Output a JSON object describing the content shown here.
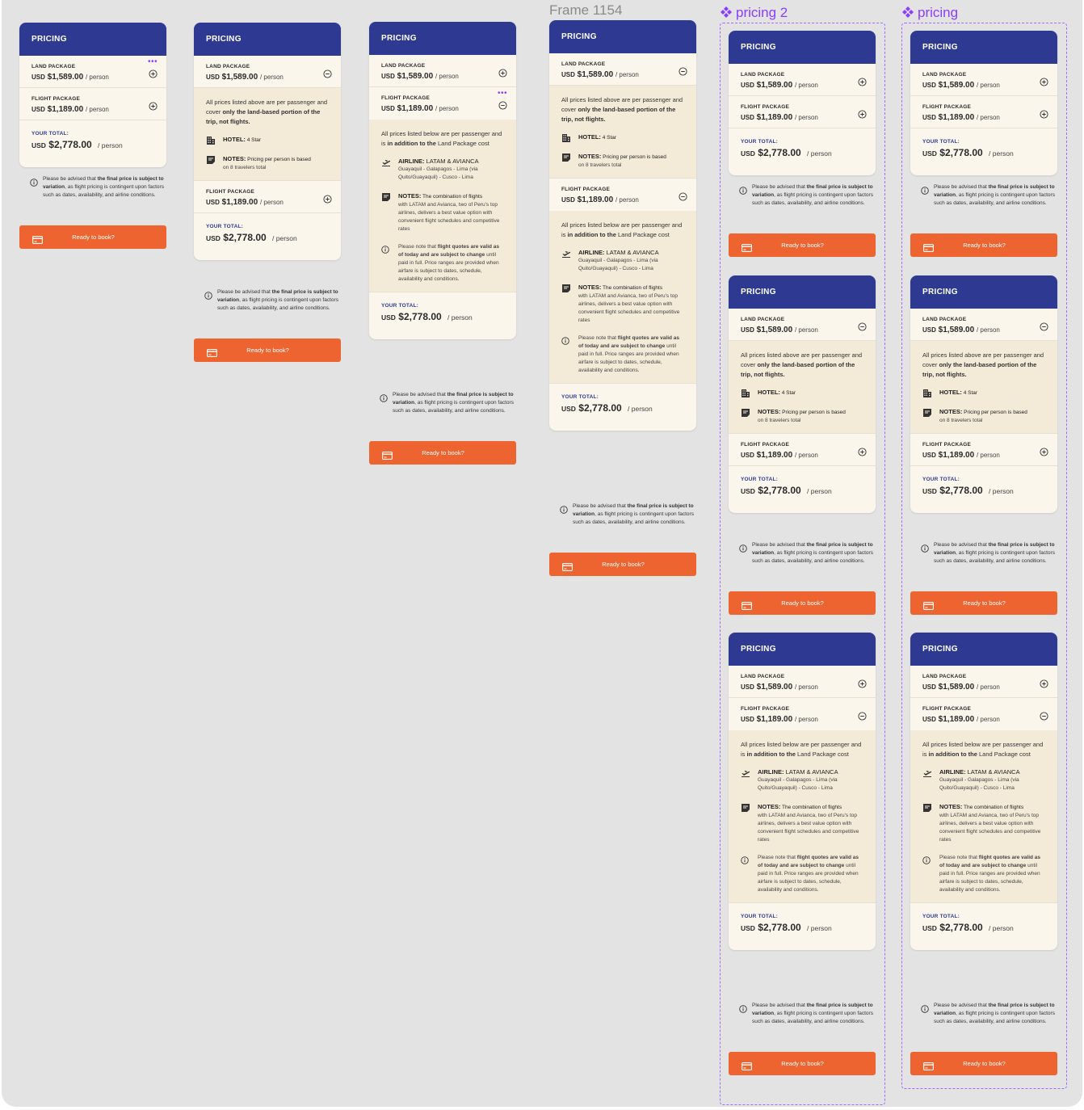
{
  "labels": {
    "frame": "Frame 1154",
    "comp1": "pricing 2",
    "comp2": "pricing"
  },
  "card": {
    "header": "PRICING",
    "land_label": "LAND PACKAGE",
    "land_currency": "USD",
    "land_price": "$1,589.00",
    "flight_label": "FLIGHT PACKAGE",
    "flight_currency": "USD",
    "flight_price": "$1,189.00",
    "per_person": "/ person",
    "total_label": "YOUR TOTAL:",
    "total_currency": "USD",
    "total_price": "$2,778.00",
    "land_detail": {
      "desc_pre": "All prices listed above are per passenger and cover ",
      "desc_bold": "only the land-based portion of the trip, not flights.",
      "hotel_label": "HOTEL:",
      "hotel_value": " 4 Star",
      "notes_label": "NOTES:",
      "notes_value": " Pricing per person is based",
      "notes_sub": "on 8 travelers total"
    },
    "flight_detail": {
      "desc_pre": "All prices listed below are per passenger and is ",
      "desc_bold": "in addition to the",
      "desc_post": " Land Package cost",
      "airline_label": "AIRLINE:",
      "airline_value": " LATAM & AVIANCA",
      "airline_route": "Guayaquil - Galapagos - Lima (via Quito/Guayaquil) - Cusco - Lima",
      "notes_label": "NOTES:",
      "notes_value": " The combination of flights",
      "notes_sub": "with LATAM and Avianca, two of Peru's top airlines, delivers a best value option with convenient flight schedules and competitive rates",
      "quote_pre": "Please note that ",
      "quote_bold1": "flight quotes are valid as of today and are subject to change",
      "quote_post": " until paid in full. Price ranges are provided when airfare is subject to dates, schedule, availability and conditions."
    },
    "disclaimer_pre": "Please be advised that ",
    "disclaimer_bold": "the final price is subject to variation",
    "disclaimer_post": ", as flight pricing is contingent upon factors such as dates, availability, and airline conditions.",
    "button_label": "Ready to book?"
  },
  "icons": {
    "expand": "plus-circle-icon",
    "collapse": "minus-circle-icon",
    "hotel": "building-icon",
    "notes": "note-icon",
    "airline": "plane-departure-icon",
    "info": "info-circle-icon",
    "button": "credit-card-icon",
    "component": "component-diamond-icon"
  },
  "colors": {
    "header": "#2e3a92",
    "button": "#ee6430",
    "card": "#faf6ec",
    "expanded": "#f4ead8",
    "total_label": "#2e3a92",
    "component": "#8b3dff"
  },
  "variants": [
    {
      "land": "collapsed",
      "flight": "collapsed",
      "dots": "land"
    },
    {
      "land": "expanded",
      "flight": "collapsed",
      "dots": ""
    },
    {
      "land": "collapsed",
      "flight": "expanded",
      "dots": "flight"
    },
    {
      "land": "expanded",
      "flight": "expanded",
      "dots": ""
    },
    {
      "land": "collapsed",
      "flight": "collapsed",
      "dots": ""
    },
    {
      "land": "expanded",
      "flight": "collapsed",
      "dots": ""
    },
    {
      "land": "collapsed",
      "flight": "expanded",
      "dots": ""
    },
    {
      "land": "collapsed",
      "flight": "collapsed",
      "dots": ""
    },
    {
      "land": "expanded",
      "flight": "collapsed",
      "dots": ""
    },
    {
      "land": "collapsed",
      "flight": "expanded",
      "dots": ""
    }
  ]
}
